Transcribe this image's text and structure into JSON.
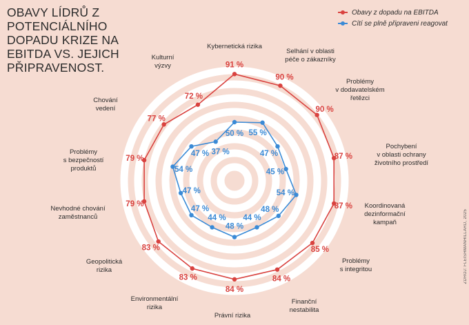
{
  "title": "OBAVY LÍDRŮ Z POTENCIÁLNÍHO DOPADU KRIZE NA EBITDA VS. JEJICH PŘIPRAVENOST.",
  "source": "ZDROJ: FLEISHMANHILLARD, 2025",
  "colors": {
    "series1": "#d9423f",
    "series2": "#3a8ad6",
    "rings": "#ffffff",
    "background": "#f6dcd2"
  },
  "chart_data": {
    "type": "radar",
    "categories": [
      "Kybernetická rizika",
      "Selhání v oblasti péče o zákazníky",
      "Problémy v dodavatelském řetězci",
      "Pochybení v oblasti ochrany životního prostředí",
      "Koordinovaná dezinformační kampaň",
      "Problémy s integritou",
      "Finanční nestabilita",
      "Právní rizika",
      "Environmentální rizika",
      "Geopolitická rizika",
      "Nevhodné chování zaměstnanců",
      "Problémy s bezpečností produktů",
      "Chování vedení",
      "Kulturní výzvy"
    ],
    "series": [
      {
        "name": "Obavy z dopadu na EBITDA",
        "values": [
          91,
          90,
          90,
          87,
          87,
          85,
          84,
          84,
          83,
          83,
          79,
          79,
          77,
          72
        ]
      },
      {
        "name": "Cítí se plně připraveni reagovat",
        "values": [
          50,
          55,
          47,
          45,
          54,
          48,
          44,
          48,
          44,
          47,
          47,
          54,
          47,
          37
        ]
      }
    ],
    "value_suffix": " %"
  }
}
